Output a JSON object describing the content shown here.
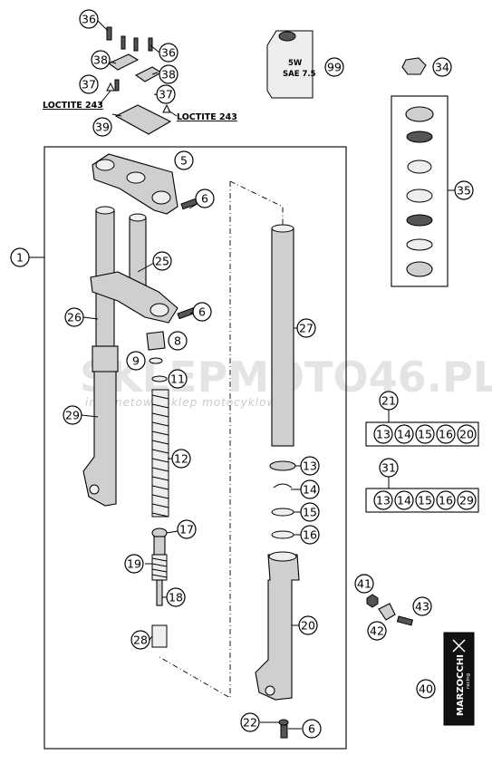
{
  "callouts": {
    "c36a": "36",
    "c36b": "36",
    "c38a": "38",
    "c38b": "38",
    "c37a": "37",
    "c37b": "37",
    "c39": "39",
    "c99": "99",
    "c34": "34",
    "c35": "35",
    "c5": "5",
    "c6a": "6",
    "c6b": "6",
    "c6c": "6",
    "c1": "1",
    "c25": "25",
    "c26": "26",
    "c8": "8",
    "c9": "9",
    "c11": "11",
    "c29": "29",
    "c12": "12",
    "c17": "17",
    "c19": "19",
    "c18": "18",
    "c28": "28",
    "c27": "27",
    "c13": "13",
    "c14": "14",
    "c15": "15",
    "c16": "16",
    "c20": "20",
    "c22": "22",
    "c21": "21",
    "c31": "31",
    "c41": "41",
    "c42": "42",
    "c43": "43",
    "c40": "40"
  },
  "labels": {
    "loctite_left": "LOCTITE 243",
    "loctite_right": "LOCTITE 243"
  },
  "kits": {
    "kit21": [
      "13",
      "14",
      "15",
      "16",
      "20"
    ],
    "kit31": [
      "13",
      "14",
      "15",
      "16",
      "29"
    ]
  },
  "oil_can": {
    "line1": "5W",
    "line2": "SAE 7.5"
  },
  "brand": {
    "name": "MARZOCCHI",
    "sub": "racing"
  },
  "watermark": {
    "main": "SKLEPMOTO46.PL",
    "sub": "internetowy sklep motocyklowy"
  }
}
